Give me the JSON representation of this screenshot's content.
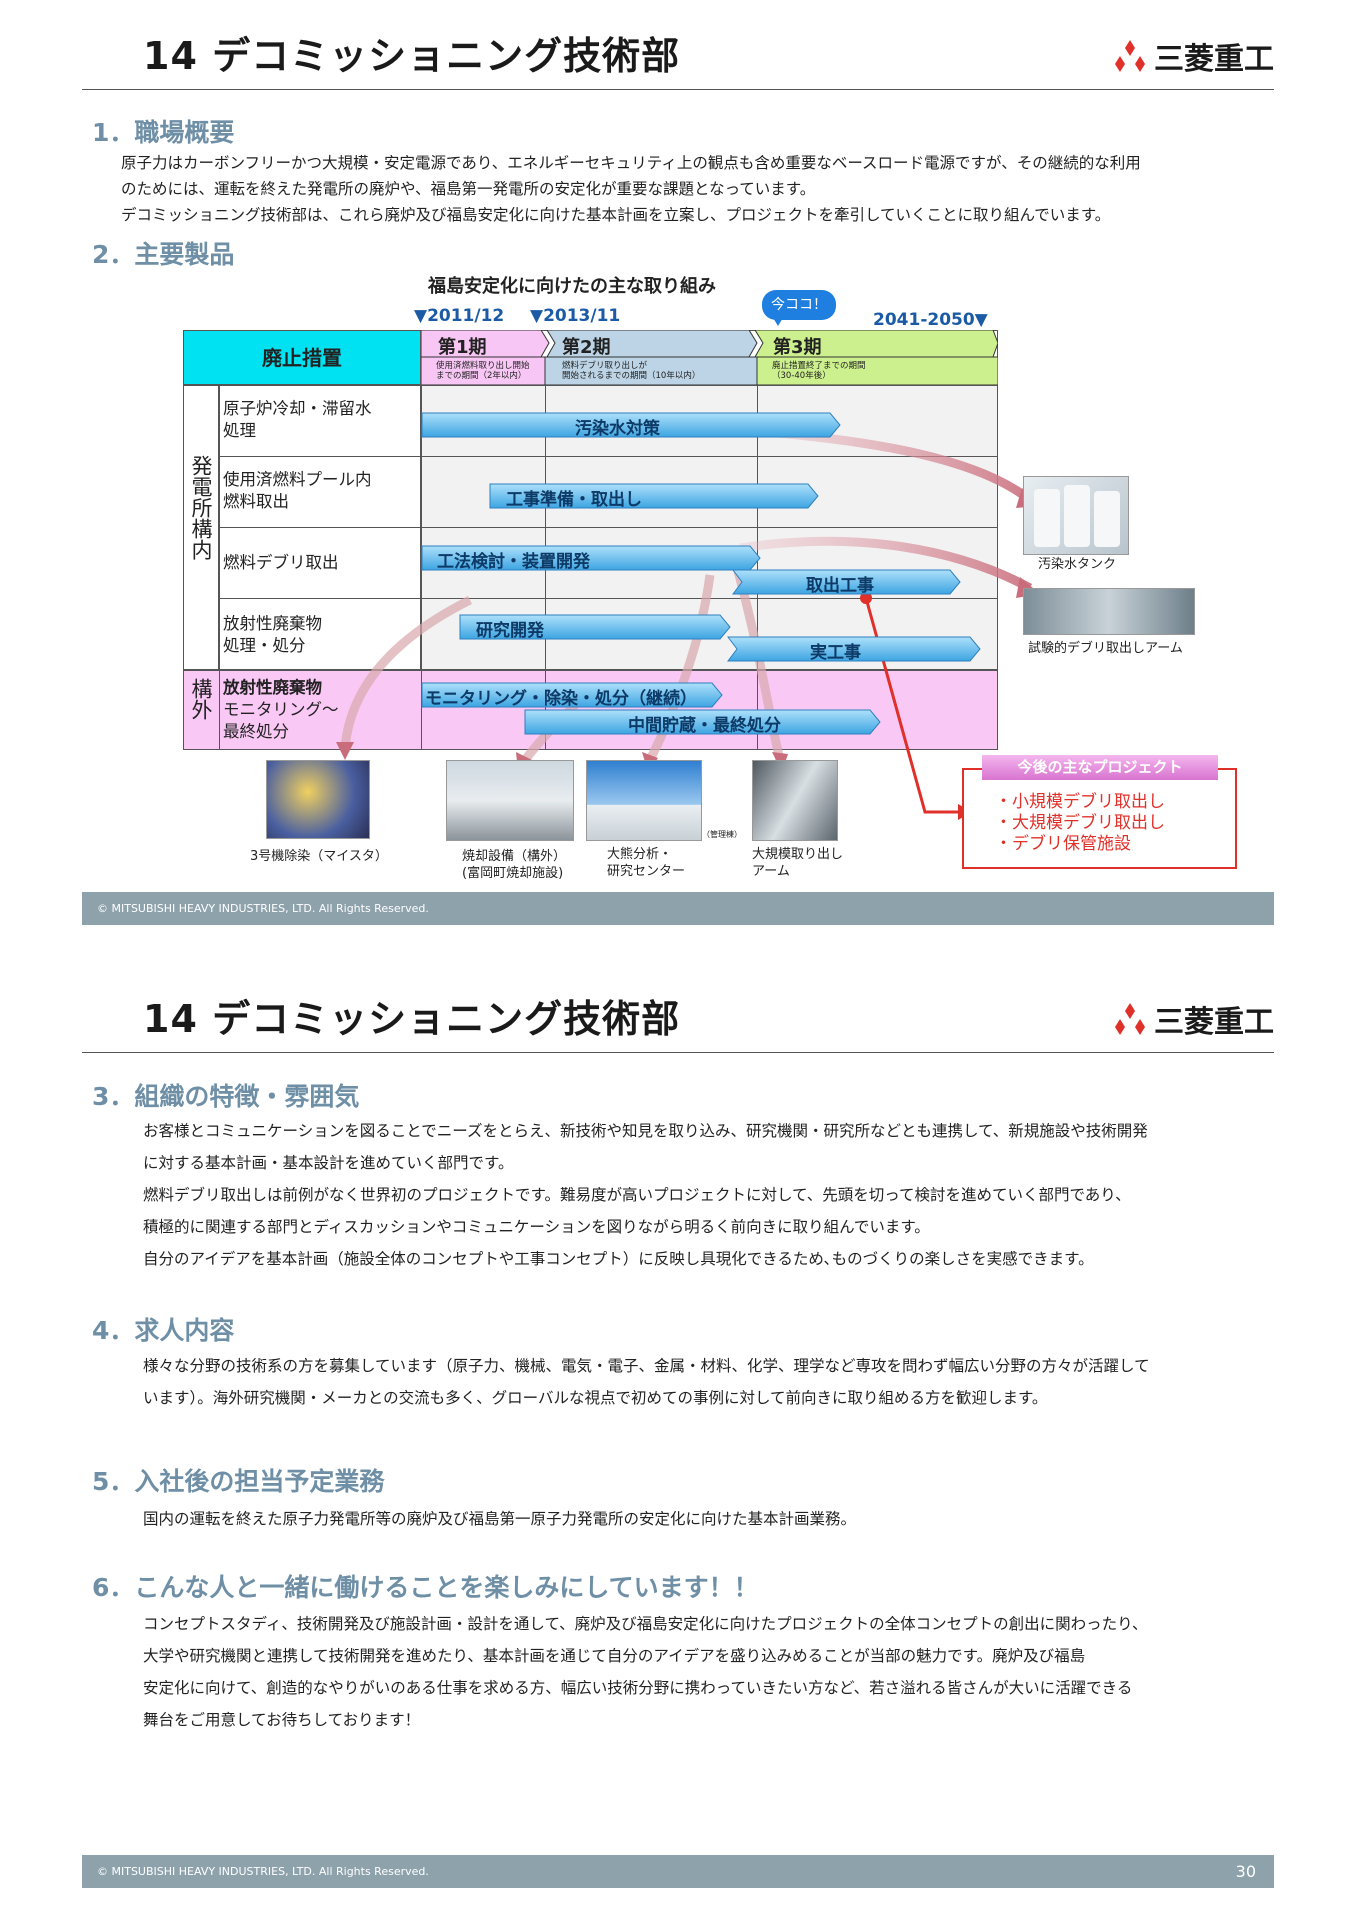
{
  "brand": {
    "name": "三菱重工",
    "colors": {
      "logo_red": "#e0302a",
      "section_blue": "#6e8fa6",
      "footer": "#8ea2ac",
      "cyan": "#00e0f0",
      "pink": "#f9c8f5"
    }
  },
  "page1": {
    "title": "14 デコミッショニング技術部",
    "sec1": {
      "heading": "1．職場概要",
      "lines": [
        "原子力はカーボンフリーかつ大規模・安定電源であり、エネルギーセキュリティ上の観点も含め重要なベースロード電源ですが、その継続的な利用",
        "のためには、運転を終えた発電所の廃炉や、福島第一発電所の安定化が重要な課題となっています。",
        "デコミッショニング技術部は、これら廃炉及び福島安定化に向けた基本計画を立案し、プロジェクトを牽引していくことに取り組んでいます。"
      ]
    },
    "sec2": {
      "heading": "2．主要製品"
    },
    "diagram": {
      "title": "福島安定化に向けたの主な取り組み",
      "now_badge": "今ココ！",
      "dates": [
        "▼2011/12",
        "▼2013/11",
        "2041-2050▼"
      ],
      "header_label": "廃止措置",
      "phases": [
        {
          "name": "第1期",
          "desc1": "使用済燃料取り出し開始",
          "desc2": "までの期間（2年以内）"
        },
        {
          "name": "第2期",
          "desc1": "燃料デブリ取り出しが",
          "desc2": "開始されるまでの期間（10年以内）"
        },
        {
          "name": "第3期",
          "desc1": "廃止措置終了までの期間",
          "desc2": "（30-40年後）"
        }
      ],
      "side_in": "発電所構内",
      "side_out": "構外",
      "rows": [
        "原子炉冷却・滞留水処理",
        "使用済燃料プール内燃料取出",
        "燃料デブリ取出",
        "放射性廃棄物処理・処分",
        "放射性廃棄物モニタリング～最終処分"
      ],
      "row_labels": {
        "r0a": "原子炉冷却・滞留水",
        "r0b": "処理",
        "r1a": "使用済燃料プール内",
        "r1b": "燃料取出",
        "r2a": "燃料デブリ取出",
        "r3a": "放射性廃棄物",
        "r3b": "処理・処分",
        "r4a": "放射性廃棄物",
        "r4b": "モニタリング～",
        "r4c": "最終処分"
      },
      "arrows": {
        "a1": "汚染水対策",
        "a2": "工事準備・取出し",
        "a3": "工法検討・装置開発",
        "a4": "取出工事",
        "a5": "研究開発",
        "a6": "実工事",
        "a7": "モニタリング・除染・処分（継続）",
        "a8": "中間貯蔵・最終処分"
      },
      "photos": {
        "tank": "汚染水タンク",
        "arm": "試験的デブリ取出しアーム",
        "p1": "3号機除染（マイスタ）",
        "p2a": "焼却設備（構外）",
        "p2b": "(富岡町焼却施設)",
        "p3a": "大熊分析・",
        "p3b": "研究センター",
        "p3tag": "（管理棟）",
        "p4a": "大規模取り出し",
        "p4b": "アーム"
      },
      "projects": {
        "heading": "今後の主なプロジェクト",
        "items": [
          "・小規模デブリ取出し",
          "・大規模デブリ取出し",
          "・デブリ保管施設"
        ]
      }
    },
    "footer": "© MITSUBISHI HEAVY INDUSTRIES, LTD.  All Rights Reserved."
  },
  "page2": {
    "title": "14 デコミッショニング技術部",
    "sec3": {
      "heading": "3．組織の特徴・雰囲気",
      "lines": [
        "お客様とコミュニケーションを図ることでニーズをとらえ、新技術や知見を取り込み、研究機関・研究所などとも連携して、新規施設や技術開発",
        "に対する基本計画・基本設計を進めていく部門です。",
        "燃料デブリ取出しは前例がなく世界初のプロジェクトです。難易度が高いプロジェクトに対して、先頭を切って検討を進めていく部門であり、",
        "積極的に関連する部門とディスカッションやコミュニケーションを図りながら明るく前向きに取り組んでいます。",
        "自分のアイデアを基本計画（施設全体のコンセプトや工事コンセプト）に反映し具現化できるため､ものづくりの楽しさを実感できます。"
      ]
    },
    "sec4": {
      "heading": "4．求人内容",
      "lines": [
        "様々な分野の技術系の方を募集しています（原子力、機械、電気・電子、金属・材料、化学、理学など専攻を問わず幅広い分野の方々が活躍して",
        "います）。海外研究機関・メーカとの交流も多く、グローバルな視点で初めての事例に対して前向きに取り組める方を歓迎します。"
      ]
    },
    "sec5": {
      "heading": "5．入社後の担当予定業務",
      "lines": [
        "国内の運転を終えた原子力発電所等の廃炉及び福島第一原子力発電所の安定化に向けた基本計画業務。"
      ]
    },
    "sec6": {
      "heading": "6．こんな人と一緒に働けることを楽しみにしています！！",
      "lines": [
        "コンセプトスタディ、技術開発及び施設計画・設計を通して、廃炉及び福島安定化に向けたプロジェクトの全体コンセプトの創出に関わったり、",
        "大学や研究機関と連携して技術開発を進めたり、基本計画を通じて自分のアイデアを盛り込みめることが当部の魅力です。廃炉及び福島",
        "安定化に向けて、創造的なやりがいのある仕事を求める方、幅広い技術分野に携わっていきたい方など、若さ溢れる皆さんが大いに活躍できる",
        "舞台をご用意してお待ちしております！"
      ]
    },
    "footer": "© MITSUBISHI HEAVY INDUSTRIES, LTD.  All Rights Reserved.",
    "page_number": "30"
  }
}
